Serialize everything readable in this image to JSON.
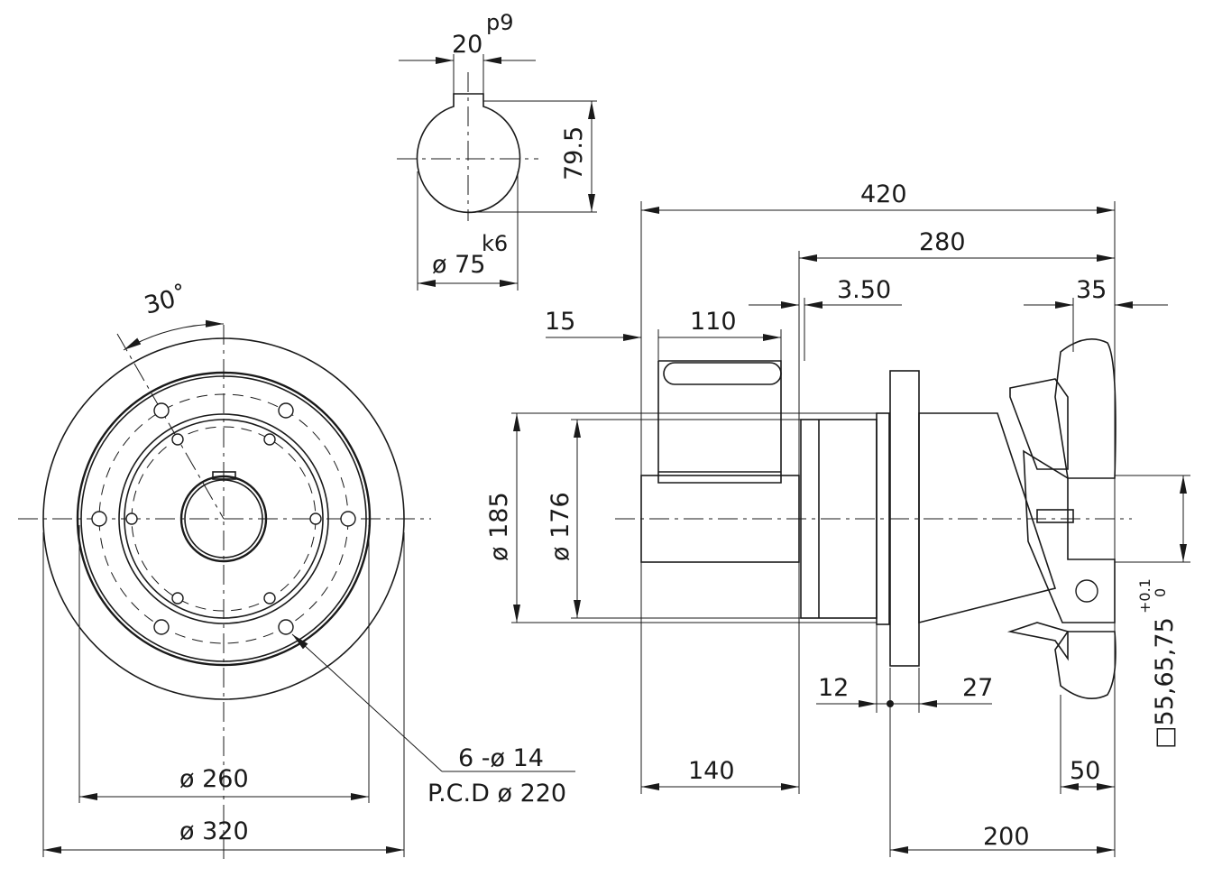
{
  "dimensions": {
    "key_width": "20",
    "key_width_tol": "p9",
    "key_height": "79.5",
    "shaft_dia": "ø 75",
    "shaft_dia_tol": "k6",
    "angle": "30˚",
    "holes": "6 -ø  14",
    "pcd": "P.C.D ø 220",
    "inner_dia": "ø  260",
    "outer_dia": "ø  320",
    "overall_length": "420",
    "body_length": "280",
    "gap": "3.50",
    "shoulder": "15",
    "keyway_length": "110",
    "tip_length": "35",
    "dia_185": "ø 185",
    "dia_176": "ø 176",
    "flange_a": "12",
    "flange_b": "27",
    "shaft_length": "140",
    "bore_depth": "50",
    "flange_to_end": "200",
    "square_bore": "□55,65,75",
    "tol_upper": "+0.1",
    "tol_lower": "0"
  }
}
